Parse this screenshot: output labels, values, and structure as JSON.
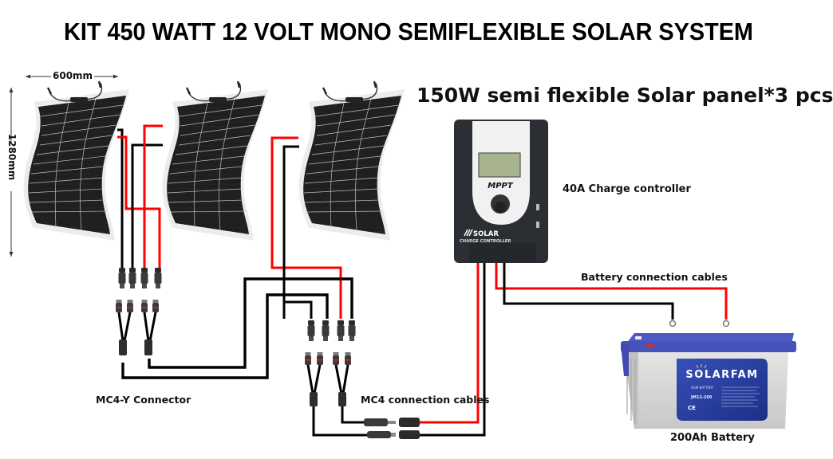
{
  "title": "KIT 450 WATT 12 VOLT MONO SEMIFLEXIBLE SOLAR SYSTEM",
  "subtitle": "150W semi flexible Solar panel*3 pcs",
  "dimensions": {
    "width_label": "600mm",
    "height_label": "1280mm"
  },
  "panels": {
    "count": 3,
    "power_watts": 150,
    "type": "semi flexible"
  },
  "controller": {
    "label": "40A Charge controller",
    "display_text": "MPPT",
    "brand_line1": "SOLAR",
    "brand_line2": "CHARGE CONTROLLER"
  },
  "battery": {
    "label": "200Ah Battery",
    "brand": "SOLARFAM",
    "model": "JM12-200",
    "type_line": "AGM BATTERY",
    "certs": "CE"
  },
  "cables": {
    "battery_cables_label": "Battery connection cables",
    "mc4_y_label": "MC4-Y Connector",
    "mc4_cables_label": "MC4 connection cables"
  },
  "colors": {
    "positive_wire": "#ff0000",
    "negative_wire": "#000000",
    "panel_cell": "#1e1e1e",
    "panel_frame": "#e8e8e8",
    "controller_body": "#2b2f33",
    "controller_face": "#f2f2f2",
    "lcd": "#b9c79a",
    "battery_lid": "#4a56c0",
    "battery_body": "#d6d6d6",
    "battery_label": "#2c3f9c"
  }
}
